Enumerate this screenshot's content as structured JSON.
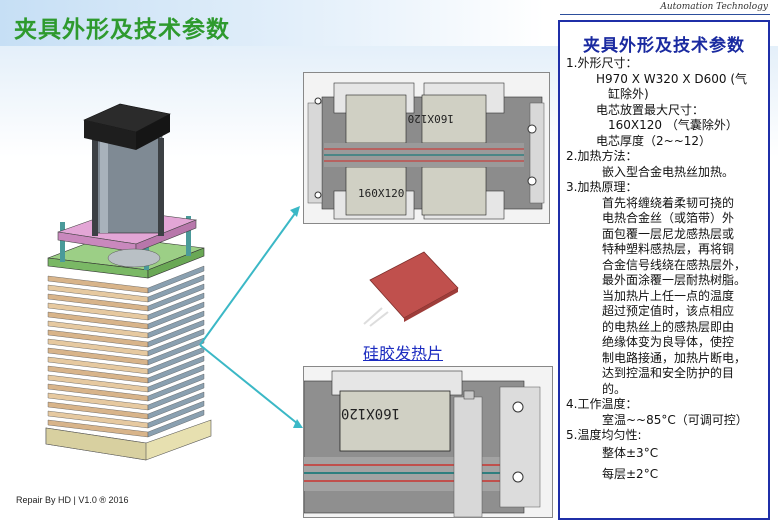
{
  "header": {
    "title": "夹具外形及技术参数",
    "brand": "Automation Technology"
  },
  "footer": {
    "text": "Repair By HD | V1.0 ® 2016"
  },
  "spec": {
    "title": "夹具外形及技术参数",
    "s1_head": "1.外形尺寸：",
    "s1_dim_a": "H970 X W320 X D600 (气",
    "s1_dim_b": "缸除外)",
    "s1_cell_head": "电芯放置最大尺寸：",
    "s1_cell_size": "160X120 （气囊除外）",
    "s1_thick": "电芯厚度（2~~12）",
    "s2_head": "2.加热方法：",
    "s2_body": "嵌入型合金电热丝加热。",
    "s3_head": "3.加热原理：",
    "s3_lines": [
      "首先将缠绕着柔韧可挠的",
      "电热合金丝（或箔带）外",
      "面包覆一层尼龙感热层或",
      "特种塑料感热层，再将铜",
      "合金信号线绕在感热层外，",
      "最外面涂覆一层耐热树脂。",
      "当加热片上任一点的温度",
      "超过预定值时，该点相应",
      "的电热丝上的感热层即由",
      "绝缘体变为良导体，使控",
      "制电路接通，加热片断电，",
      "达到控温和安全防护的目",
      "的。"
    ],
    "s4_head": "4.工作温度：",
    "s4_body": "室温~~85°C（可调可控）",
    "s5_head": "5.温度均匀性:",
    "s5_whole": "整体±3°C",
    "s5_layer": "每层±2°C"
  },
  "images": {
    "cad_top_label_a": "160X120",
    "cad_top_label_b": "160X120",
    "cad_bottom_label": "160X120",
    "heater_caption": "硅胶发热片"
  },
  "colors": {
    "title_green": "#2e9a2e",
    "panel_border": "#1f2fa8",
    "arrow": "#3bb8c6",
    "heater_pad": "#c0504d"
  }
}
